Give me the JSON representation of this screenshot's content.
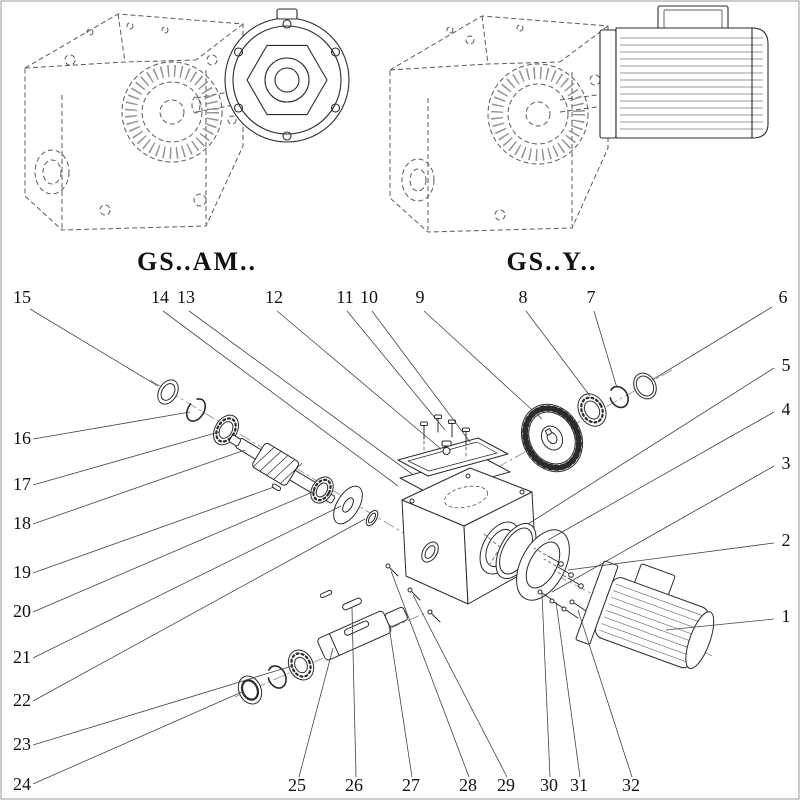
{
  "colors": {
    "background": "#ffffff",
    "line": "#2b2b2b",
    "dashed_line": "#5a5a5a",
    "leader": "#444444",
    "text": "#111111"
  },
  "variants": [
    {
      "label": "GS..AM.."
    },
    {
      "label": "GS..Y.."
    }
  ],
  "callout_numbers": [
    "1",
    "2",
    "3",
    "4",
    "5",
    "6",
    "7",
    "8",
    "9",
    "10",
    "11",
    "12",
    "13",
    "14",
    "15",
    "16",
    "17",
    "18",
    "19",
    "20",
    "21",
    "22",
    "23",
    "24",
    "25",
    "26",
    "27",
    "28",
    "29",
    "30",
    "31",
    "32"
  ]
}
